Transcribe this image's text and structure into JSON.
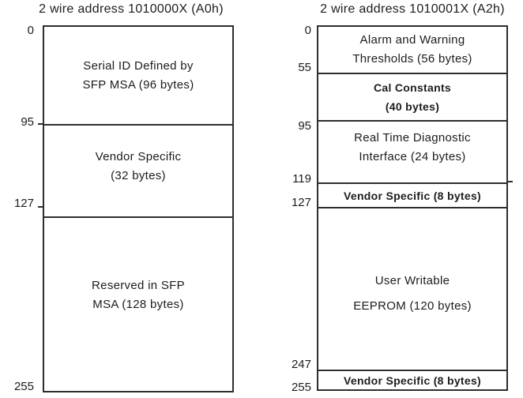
{
  "page": {
    "background": "#ffffff",
    "text_color": "#1c1c1c",
    "line_color": "#2e2e2e"
  },
  "diagrams": [
    {
      "id": "a0h",
      "title": "2 wire address 1010000X (A0h)",
      "address_labels": [
        "0",
        "95",
        "127",
        "255"
      ],
      "regions": [
        {
          "start": 0,
          "end": 95,
          "bold": false,
          "label": "Serial ID Defined by\nSFP MSA (96 bytes)"
        },
        {
          "start": 95,
          "end": 127,
          "bold": false,
          "label": "Vendor Specific\n(32 bytes)"
        },
        {
          "start": 127,
          "end": 255,
          "bold": false,
          "label": "Reserved in SFP\nMSA (128 bytes)"
        }
      ]
    },
    {
      "id": "a2h",
      "title": "2 wire address 1010001X (A2h)",
      "address_labels": [
        "0",
        "55",
        "95",
        "119",
        "127",
        "247",
        "255"
      ],
      "regions": [
        {
          "start": 0,
          "end": 55,
          "bold": false,
          "label": "Alarm and Warning\nThresholds (56 bytes)"
        },
        {
          "start": 55,
          "end": 95,
          "bold": true,
          "label": "Cal Constants\n(40 bytes)"
        },
        {
          "start": 95,
          "end": 119,
          "bold": false,
          "label": "Real Time Diagnostic\nInterface (24 bytes)"
        },
        {
          "start": 119,
          "end": 127,
          "bold": true,
          "label": "Vendor Specific (8 bytes)"
        },
        {
          "start": 127,
          "end": 247,
          "bold": false,
          "label": "User Writable\nEEPROM (120 bytes)"
        },
        {
          "start": 247,
          "end": 255,
          "bold": true,
          "label": "Vendor Specific (8 bytes)"
        }
      ]
    }
  ]
}
